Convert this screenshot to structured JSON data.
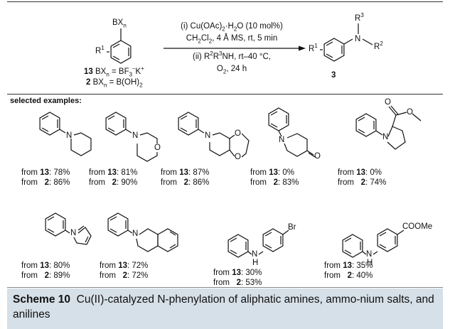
{
  "reaction": {
    "substituent_bx": "BX",
    "substituent_bx_sub": "n",
    "substituent_r1": "R",
    "substituent_r1_sup": "1",
    "label13_num": "13",
    "label13_text": " BX",
    "label13_sub": "n",
    "label13_eq": " = BF",
    "label13_sub2": "3",
    "label13_tail": "K",
    "label2_num": "2",
    "label2_text": "  BX",
    "label2_sub": "n",
    "label2_eq": " = B(OH)",
    "label2_sub2": "2",
    "cond1": "(i) Cu(OAc)",
    "cond1_sub": "2",
    "cond1_b": "·H",
    "cond1_sub2": "2",
    "cond1_c": "O (10 mol%)",
    "cond2": "CH",
    "cond2_sub": "2",
    "cond2_b": "Cl",
    "cond2_sub2": "2",
    "cond2_c": ", 4 Å MS, rt, 5 min",
    "cond3_a": "(ii) R",
    "cond3_sup1": "2",
    "cond3_b": "R",
    "cond3_sup2": "3",
    "cond3_c": "NH, rt–40 °C,",
    "cond4_a": "O",
    "cond4_sub": "2",
    "cond4_b": ", 24 h",
    "product_n": "N",
    "product_r2": "R",
    "product_r2_sup": "2",
    "product_r3": "R",
    "product_r3_sup": "3",
    "product_r1": "R",
    "product_r1_sup": "1",
    "product_num": "3"
  },
  "section_title": "selected examples:",
  "atoms": {
    "N": "N",
    "O": "O",
    "H": "H",
    "Br": "Br",
    "COOMe": "COOMe"
  },
  "examples": [
    {
      "yield13": "78%",
      "yield2": "86%"
    },
    {
      "yield13": "81%",
      "yield2": "90%"
    },
    {
      "yield13": "87%",
      "yield2": "86%"
    },
    {
      "yield13": "0%",
      "yield2": "83%"
    },
    {
      "yield13": "0%",
      "yield2": "74%"
    },
    {
      "yield13": "80%",
      "yield2": "89%"
    },
    {
      "yield13": "72%",
      "yield2": "72%"
    },
    {
      "yield13": "30%",
      "yield2": "53%"
    },
    {
      "yield13": "35%",
      "yield2": "40%"
    }
  ],
  "from_word": "from",
  "src13": "13",
  "src2": "2",
  "caption": {
    "label": "Scheme 10",
    "text": "Cu(II)-catalyzed N-phenylation of aliphatic amines, ammo-nium salts, and anilines"
  }
}
